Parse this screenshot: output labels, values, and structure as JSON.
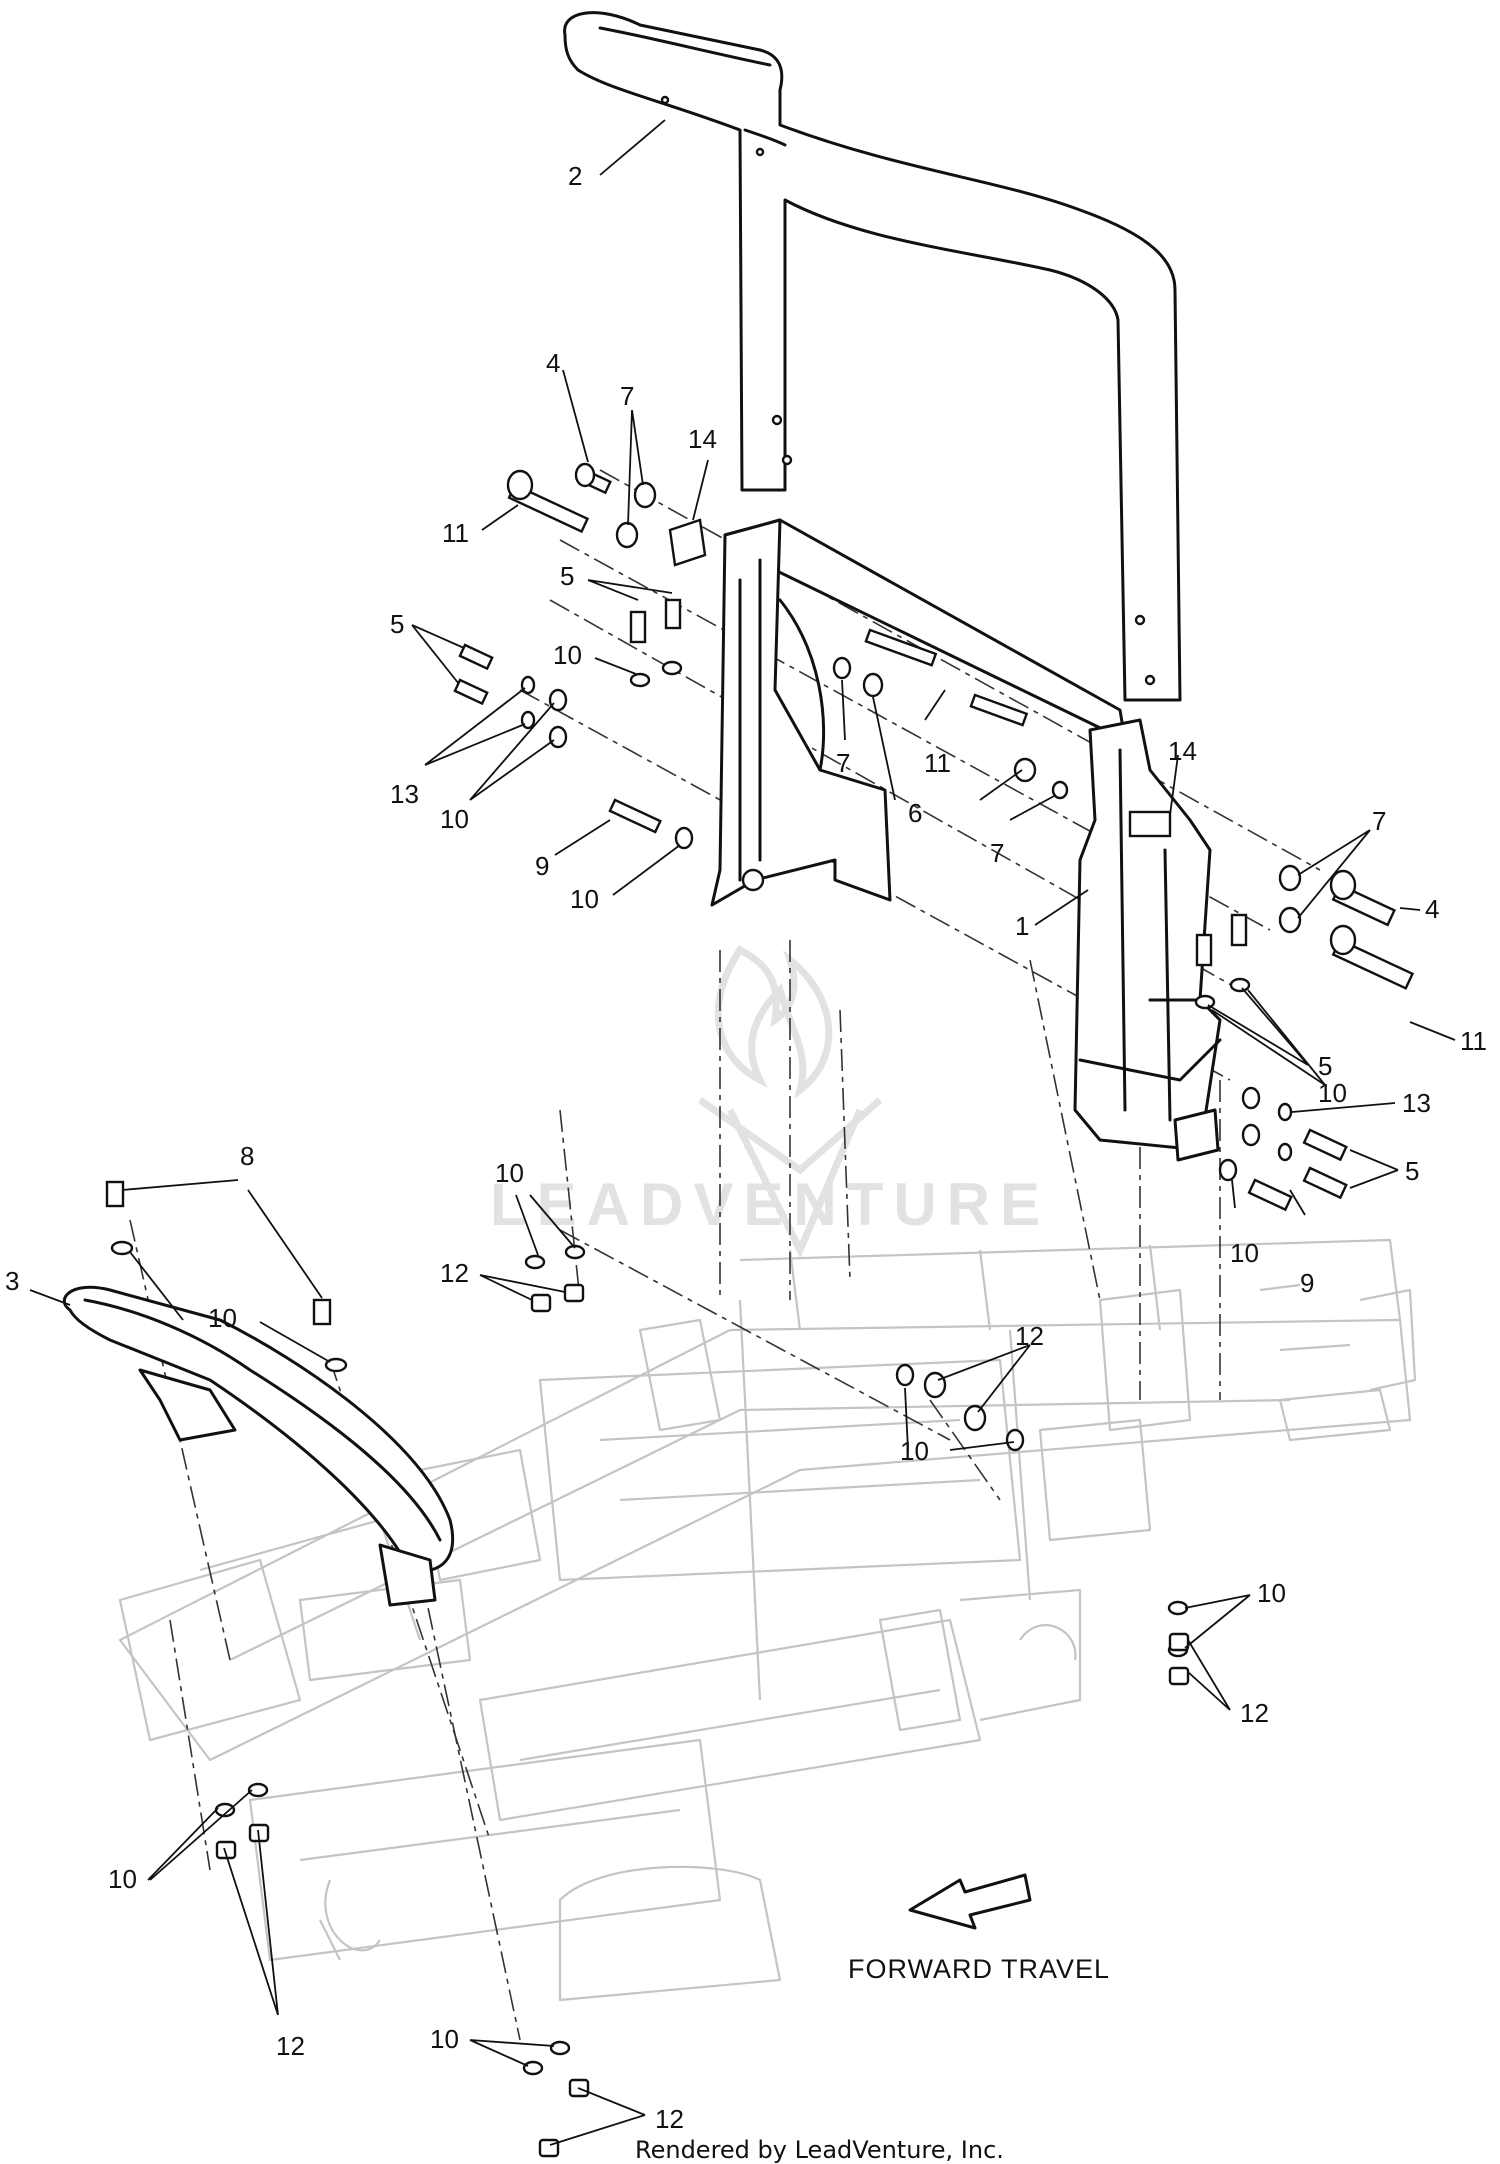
{
  "diagram": {
    "direction_label": "FORWARD TRAVEL",
    "credit": "Rendered by LeadVenture, Inc.",
    "watermark": "LEADVENTURE",
    "callouts": [
      {
        "id": "c2",
        "text": "2"
      },
      {
        "id": "c4a",
        "text": "4"
      },
      {
        "id": "c7a",
        "text": "7"
      },
      {
        "id": "c14a",
        "text": "14"
      },
      {
        "id": "c11a",
        "text": "11"
      },
      {
        "id": "c5a",
        "text": "5"
      },
      {
        "id": "c10a",
        "text": "10"
      },
      {
        "id": "c5b",
        "text": "5"
      },
      {
        "id": "c13a",
        "text": "13"
      },
      {
        "id": "c10b",
        "text": "10"
      },
      {
        "id": "c7b",
        "text": "7"
      },
      {
        "id": "c11b",
        "text": "11"
      },
      {
        "id": "c6",
        "text": "6"
      },
      {
        "id": "c7c",
        "text": "7"
      },
      {
        "id": "c9a",
        "text": "9"
      },
      {
        "id": "c10c",
        "text": "10"
      },
      {
        "id": "c14b",
        "text": "14"
      },
      {
        "id": "c7d",
        "text": "7"
      },
      {
        "id": "c4b",
        "text": "4"
      },
      {
        "id": "c1",
        "text": "1"
      },
      {
        "id": "c5c",
        "text": "5"
      },
      {
        "id": "c11c",
        "text": "11"
      },
      {
        "id": "c10d",
        "text": "10"
      },
      {
        "id": "c13b",
        "text": "13"
      },
      {
        "id": "c5d",
        "text": "5"
      },
      {
        "id": "c10e",
        "text": "10"
      },
      {
        "id": "c9b",
        "text": "9"
      },
      {
        "id": "c8",
        "text": "8"
      },
      {
        "id": "c3",
        "text": "3"
      },
      {
        "id": "c10f",
        "text": "10"
      },
      {
        "id": "c10g",
        "text": "10"
      },
      {
        "id": "c12a",
        "text": "12"
      },
      {
        "id": "c12b",
        "text": "12"
      },
      {
        "id": "c10h",
        "text": "10"
      },
      {
        "id": "c10i",
        "text": "10"
      },
      {
        "id": "c12c",
        "text": "12"
      },
      {
        "id": "c10j",
        "text": "10"
      },
      {
        "id": "c12d",
        "text": "12"
      },
      {
        "id": "c10k",
        "text": "10"
      },
      {
        "id": "c12e",
        "text": "12"
      }
    ]
  }
}
